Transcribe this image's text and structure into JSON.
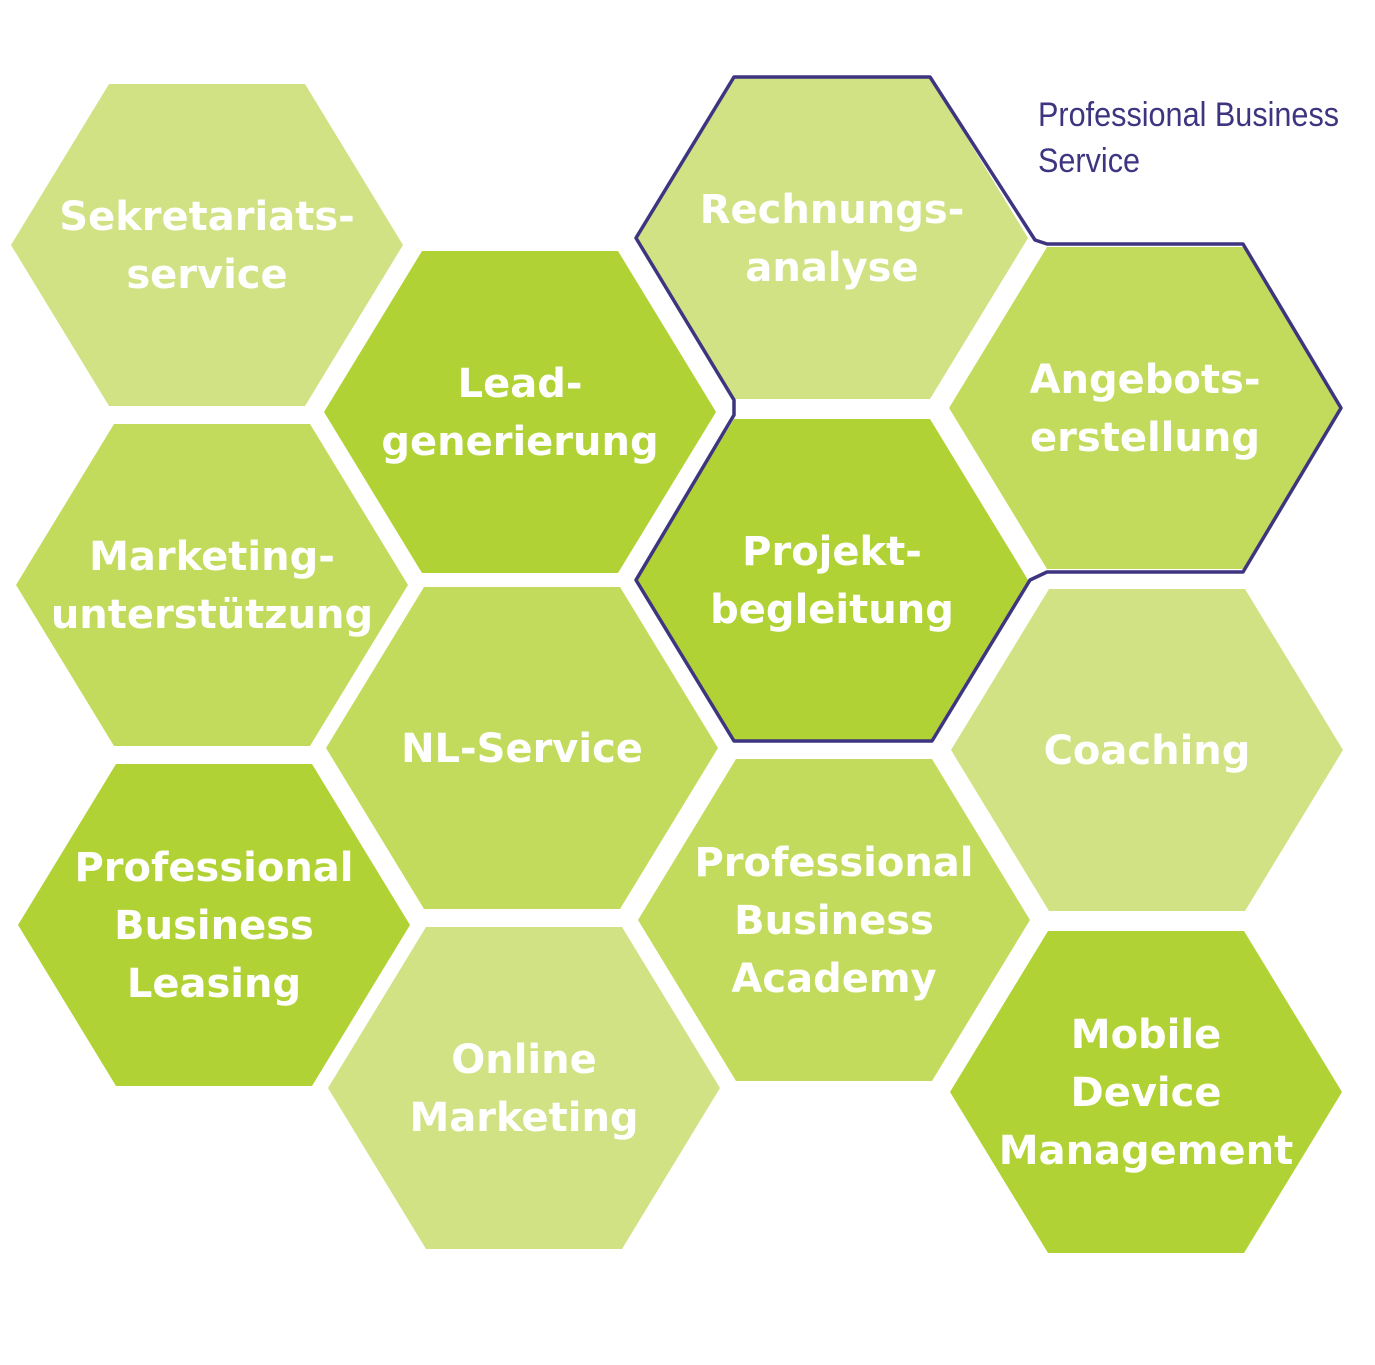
{
  "group": {
    "label_lines": [
      "Professional Business",
      "Service"
    ]
  },
  "colors": {
    "light": "#d0e283",
    "medium": "#c3db5c",
    "dark": "#b1d235",
    "outline": "#3d3580",
    "label": "#3d3580"
  },
  "hexagons": [
    {
      "id": "sekretariatsservice",
      "lines": [
        "Sekretariats-",
        "service"
      ],
      "shade": "light"
    },
    {
      "id": "leadgenerierung",
      "lines": [
        "Lead-",
        "generierung"
      ],
      "shade": "dark"
    },
    {
      "id": "rechnungsanalyse",
      "lines": [
        "Rechnungs-",
        "analyse"
      ],
      "shade": "light",
      "in_group": true
    },
    {
      "id": "angebotserstellung",
      "lines": [
        "Angebots-",
        "erstellung"
      ],
      "shade": "medium",
      "in_group": true
    },
    {
      "id": "marketingunterstuetzung",
      "lines": [
        "Marketing-",
        "unterstützung"
      ],
      "shade": "medium"
    },
    {
      "id": "projektbegleitung",
      "lines": [
        "Projekt-",
        "begleitung"
      ],
      "shade": "dark",
      "in_group": true
    },
    {
      "id": "nl-service",
      "lines": [
        "NL-Service"
      ],
      "shade": "medium"
    },
    {
      "id": "coaching",
      "lines": [
        "Coaching"
      ],
      "shade": "light"
    },
    {
      "id": "professional-business-leasing",
      "lines": [
        "Professional",
        "Business",
        "Leasing"
      ],
      "shade": "dark"
    },
    {
      "id": "professional-business-academy",
      "lines": [
        "Professional",
        "Business",
        "Academy"
      ],
      "shade": "medium"
    },
    {
      "id": "online-marketing",
      "lines": [
        "Online",
        "Marketing"
      ],
      "shade": "light"
    },
    {
      "id": "mobile-device-management",
      "lines": [
        "Mobile",
        "Device",
        "Management"
      ],
      "shade": "dark"
    }
  ]
}
